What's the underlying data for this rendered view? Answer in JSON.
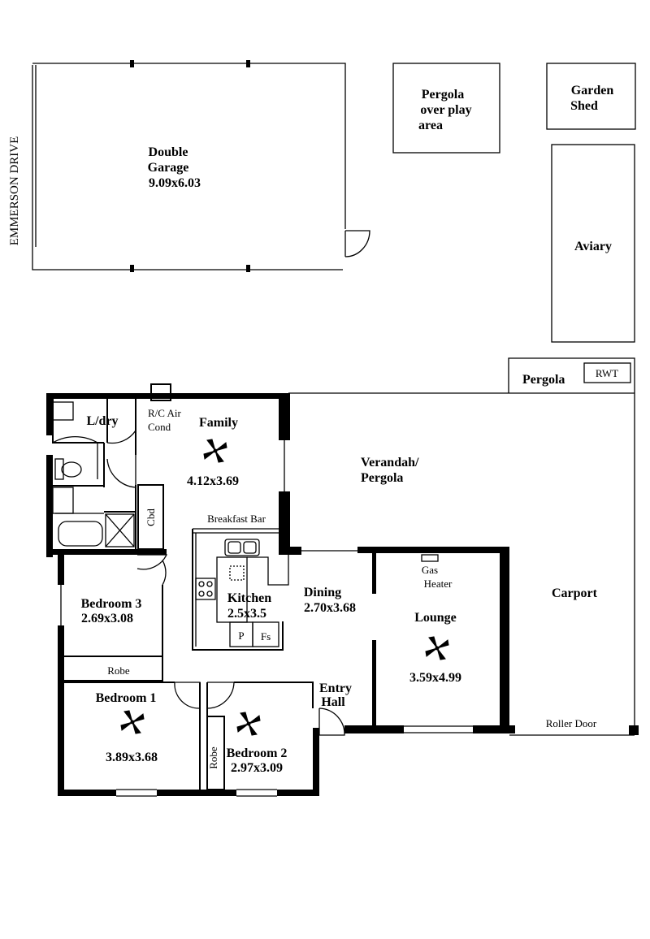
{
  "street": "EMMERSON DRIVE",
  "outbuildings": {
    "garage": {
      "name_line1": "Double",
      "name_line2": "Garage",
      "size": "9.09x6.03"
    },
    "pergola_play": {
      "line1": "Pergola",
      "line2": "over play",
      "line3": "area"
    },
    "shed": {
      "line1": "Garden",
      "line2": "Shed"
    },
    "aviary": "Aviary"
  },
  "outdoor": {
    "pergola": "Pergola",
    "rwt": "RWT",
    "verandah_line1": "Verandah/",
    "verandah_line2": "Pergola",
    "carport": "Carport",
    "roller_door": "Roller Door"
  },
  "rooms": {
    "laundry": "L/dry",
    "aircond_line1": "R/C Air",
    "aircond_line2": "Cond",
    "family": {
      "name": "Family",
      "size": "4.12x3.69"
    },
    "breakfast_bar": "Breakfast Bar",
    "cbd": "Cbd",
    "kitchen": {
      "name": "Kitchen",
      "size": "2.5x3.5"
    },
    "pantry": "P",
    "fridge": "Fs",
    "dining": {
      "name": "Dining",
      "size": "2.70x3.68"
    },
    "gas_heater_line1": "Gas",
    "gas_heater_line2": "Heater",
    "lounge": {
      "name": "Lounge",
      "size": "3.59x4.99"
    },
    "bedroom3": {
      "name": "Bedroom 3",
      "size": "2.69x3.08"
    },
    "robe_top": "Robe",
    "bedroom1": {
      "name": "Bedroom 1",
      "size": "3.89x3.68"
    },
    "robe_side": "Robe",
    "bedroom2": {
      "name": "Bedroom 2",
      "size": "2.97x3.09"
    },
    "entry_line1": "Entry",
    "entry_line2": "Hall"
  },
  "colors": {
    "ink": "#000000",
    "paper": "#ffffff"
  }
}
